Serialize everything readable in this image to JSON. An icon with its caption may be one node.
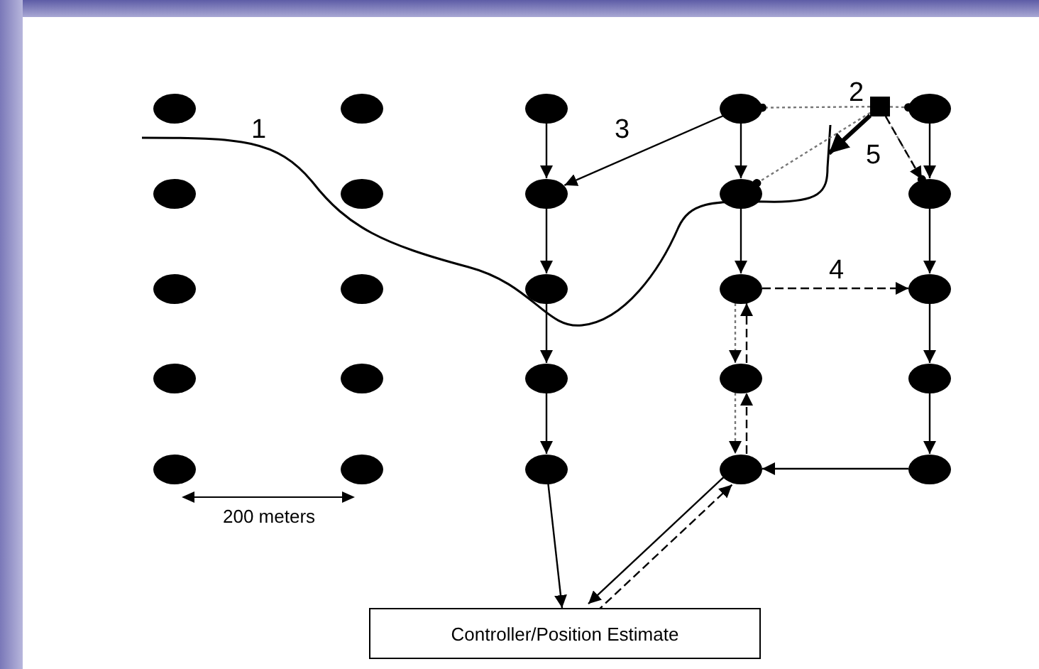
{
  "diagram": {
    "nodes": [
      {
        "text": [],
        "shape": "circle"
      },
      {
        "text": [],
        "shape": "circle"
      },
      {
        "text": [],
        "shape": "circle"
      },
      {
        "text": [],
        "shape": "circle"
      },
      {
        "text": [],
        "shape": "circle"
      },
      {
        "text": [],
        "shape": "circle"
      },
      {
        "text": [],
        "shape": "circle"
      },
      {
        "text": [],
        "shape": "circle"
      },
      {
        "text": [],
        "shape": "circle"
      },
      {
        "text": [],
        "shape": "circle"
      },
      {
        "text": [],
        "shape": "circle"
      },
      {
        "text": [],
        "shape": "circle"
      },
      {
        "text": [],
        "shape": "circle"
      },
      {
        "text": [],
        "shape": "circle"
      },
      {
        "text": [],
        "shape": "circle"
      },
      {
        "text": [],
        "shape": "circle"
      },
      {
        "text": [],
        "shape": "circle"
      },
      {
        "text": [],
        "shape": "circle"
      },
      {
        "text": [],
        "shape": "circle"
      },
      {
        "text": [],
        "shape": "circle"
      },
      {
        "text": [],
        "shape": "circle"
      },
      {
        "text": [],
        "shape": "circle"
      },
      {
        "text": [],
        "shape": "circle"
      },
      {
        "text": [],
        "shape": "circle"
      },
      {
        "text": [],
        "shape": "circle"
      },
      {
        "text": [],
        "shape": "box"
      },
      {
        "text": [
          "Controller/Position Estimate"
        ]
      }
    ],
    "edges": [
      {
        "from": 3,
        "to": 7,
        "arrow": "to"
      },
      {
        "from": 2,
        "to": 7,
        "arrow": "to"
      },
      {
        "from": 7,
        "to": 12,
        "arrow": "to"
      },
      {
        "from": 12,
        "to": 17,
        "arrow": "to"
      },
      {
        "from": 17,
        "to": 22,
        "arrow": "to"
      },
      {
        "from": 22,
        "to": 26,
        "arrow": "to"
      },
      {
        "from": 3,
        "to": 8,
        "arrow": "to"
      },
      {
        "from": 8,
        "to": 13,
        "arrow": "to"
      },
      {
        "from": 4,
        "to": 9,
        "arrow": "to"
      },
      {
        "from": 9,
        "to": 14,
        "arrow": "to"
      },
      {
        "from": 14,
        "to": 19,
        "arrow": "to"
      },
      {
        "from": 19,
        "to": 24,
        "arrow": "to"
      },
      {
        "from": 24,
        "to": 23,
        "arrow": "to"
      },
      {
        "from": 13,
        "to": 14,
        "arrow": "to",
        "style": "dashed"
      },
      {
        "from": 13,
        "to": 18,
        "arrow": "to",
        "style": "dashed",
        "color": "#777777"
      },
      {
        "from": 18,
        "to": 23,
        "arrow": "to",
        "style": "dashed",
        "color": "#777777"
      },
      {
        "from": 23,
        "to": 18,
        "arrow": "to",
        "style": "dashed"
      },
      {
        "from": 18,
        "to": 13,
        "arrow": "to",
        "style": "dashed"
      },
      {
        "from": 23,
        "to": 26,
        "arrow": "to"
      },
      {
        "from": 26,
        "to": 23,
        "arrow": "to",
        "style": "dashed"
      },
      {
        "from": 25,
        "to": 3,
        "arrow": "other",
        "style": "dashed",
        "color": "#777777"
      },
      {
        "from": 25,
        "to": 8,
        "arrow": "other",
        "style": "dashed",
        "color": "#777777"
      },
      {
        "from": 25,
        "to": 4,
        "arrow": "other",
        "style": "dashed",
        "color": "#777777"
      },
      {
        "from": 25,
        "to": 9,
        "arrow": "other",
        "style": "dashed",
        "color": "#777777"
      },
      {
        "from": 25,
        "to": 9,
        "arrow": "to",
        "style": "dashed"
      },
      {
        "from": 25,
        "to": null,
        "arrow": "to",
        "style": "thick"
      }
    ],
    "labels": [
      "1",
      "2",
      "3",
      "4",
      "5",
      "200 meters"
    ]
  }
}
